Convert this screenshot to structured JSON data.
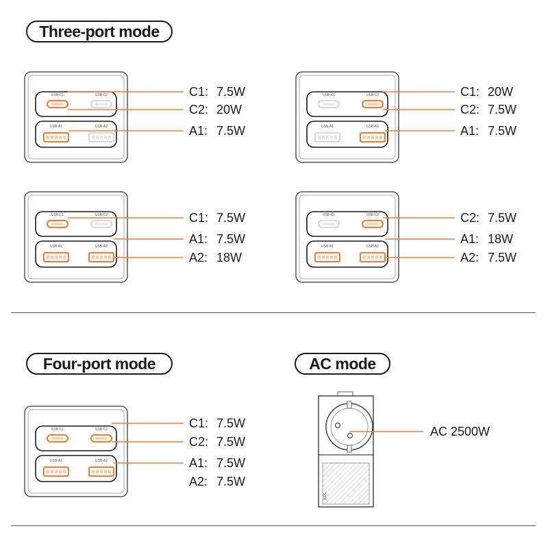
{
  "headings": {
    "three_port": "Three-port mode",
    "four_port": "Four-port mode",
    "ac": "AC mode"
  },
  "port_names": {
    "c1": "USB-C1",
    "c2": "USB-C2",
    "a1": "USB-A1",
    "a2": "USB-A2"
  },
  "configs": [
    {
      "active": [
        "c1",
        "a1"
      ],
      "callouts": [
        {
          "port": "c1",
          "name": "C1:",
          "value": "7.5W"
        },
        {
          "port": "c1",
          "name": "C2:",
          "value": "20W"
        },
        {
          "port": "a1",
          "name": "A1:",
          "value": "7.5W"
        }
      ]
    },
    {
      "active": [
        "c2",
        "a2"
      ],
      "callouts": [
        {
          "port": "c2",
          "name": "C1:",
          "value": "20W"
        },
        {
          "port": "c2",
          "name": "C2:",
          "value": "7.5W"
        },
        {
          "port": "a2",
          "name": "A1:",
          "value": "7.5W"
        }
      ]
    },
    {
      "active": [
        "c1",
        "a1",
        "a2"
      ],
      "callouts": [
        {
          "port": "c1",
          "name": "C1:",
          "value": "7.5W"
        },
        {
          "port": "a2",
          "name": "A1:",
          "value": "7.5W"
        },
        {
          "port": "a2",
          "name": "A2:",
          "value": "18W"
        }
      ]
    },
    {
      "active": [
        "c2",
        "a1",
        "a2"
      ],
      "callouts": [
        {
          "port": "c2",
          "name": "C2:",
          "value": "7.5W"
        },
        {
          "port": "a2",
          "name": "A1:",
          "value": "18W"
        },
        {
          "port": "a2",
          "name": "A2:",
          "value": "7.5W"
        }
      ]
    },
    {
      "active": [
        "c1",
        "c2",
        "a1",
        "a2"
      ],
      "callouts": [
        {
          "port": "c2",
          "name": "C1:",
          "value": "7.5W"
        },
        {
          "port": "c2",
          "name": "C2:",
          "value": "7.5W"
        },
        {
          "port": "a2",
          "name": "A1:",
          "value": "7.5W"
        },
        {
          "port": "a2",
          "name": "A2:",
          "value": "7.5W"
        }
      ]
    }
  ],
  "ac_callout": "AC 2500W",
  "colors": {
    "accent": "#e8823c",
    "outline": "#1a1a1a",
    "port_gray": "#cfcfcf"
  }
}
